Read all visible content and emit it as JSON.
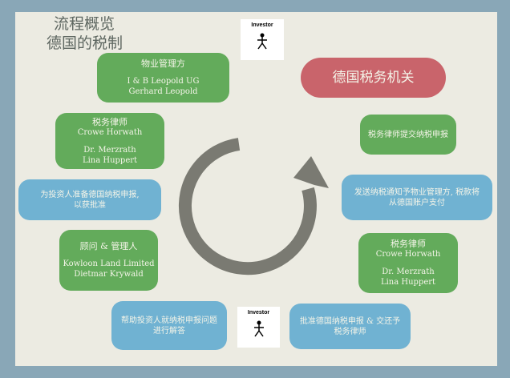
{
  "title": {
    "line1": "流程概览",
    "line2": "德国的税制"
  },
  "investor_top": {
    "label": "Investor"
  },
  "investor_bottom": {
    "label": "Investor"
  },
  "property_manager": {
    "heading": "物业管理方",
    "line1": "I & B Leopold UG",
    "line2": "Gerhard Leopold"
  },
  "tax_authority": {
    "label": "德国税务机关"
  },
  "tax_lawyer_left": {
    "heading": "税务律师",
    "firm": "Crowe Horwath",
    "line1": "Dr. Merzrath",
    "line2": "Lina Huppert"
  },
  "submit_return": {
    "label": "税务律师提交纳税申报"
  },
  "prepare_return": {
    "line1": "为投资人准备德国纳税申报,",
    "line2": "以获批准"
  },
  "send_notice": {
    "line1": "发送纳税通知予物业管理方, 税款将",
    "line2": "从德国账户支付"
  },
  "advisor": {
    "heading": "顾问 & 管理人",
    "line1": "Kowloon Land Limited",
    "line2": "Dietmar Krywald"
  },
  "tax_lawyer_right": {
    "heading": "税务律师",
    "firm": "Crowe Horwath",
    "line1": "Dr. Merzrath",
    "line2": "Lina Huppert"
  },
  "help_investor": {
    "line1": "帮助投资人就纳税申报问题",
    "line2": "进行解答"
  },
  "approve_return": {
    "line1": "批准德国纳税申报 & 交还予",
    "line2": "税务律师"
  },
  "colors": {
    "green": "#63ab5b",
    "blue": "#70b2d2",
    "red": "#c9646b",
    "arrow": "#7a7a72"
  }
}
